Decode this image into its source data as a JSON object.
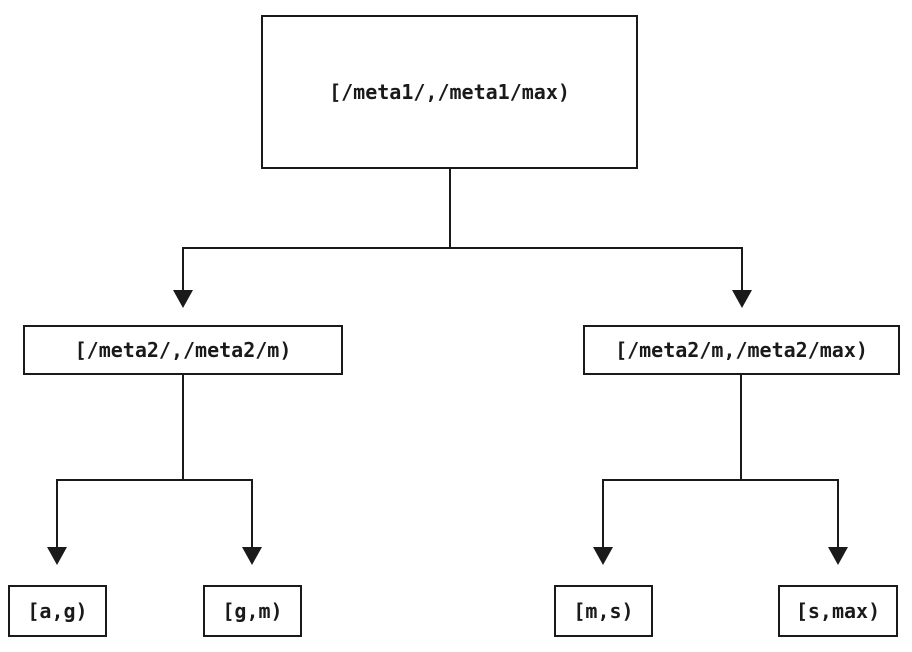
{
  "diagram": {
    "type": "tree",
    "tree": {
      "label": "[/meta1/,/meta1/max)",
      "children": [
        {
          "label": "[/meta2/,/meta2/m)",
          "children": [
            {
              "label": "[a,g)"
            },
            {
              "label": "[g,m)"
            }
          ]
        },
        {
          "label": "[/meta2/m,/meta2/max)",
          "children": [
            {
              "label": "[m,s)"
            },
            {
              "label": "[s,max)"
            }
          ]
        }
      ]
    },
    "colors": {
      "line": "#1a1a1a",
      "text": "#1a1a1a",
      "background": "#ffffff"
    }
  }
}
